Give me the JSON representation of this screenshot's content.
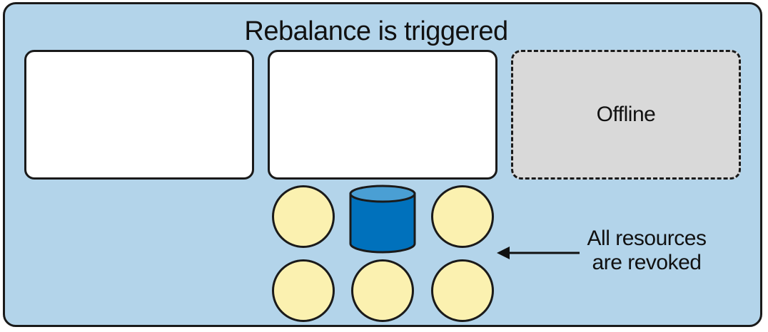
{
  "title": "Rebalance is triggered",
  "nodes": [
    {
      "label": "",
      "state": "active"
    },
    {
      "label": "",
      "state": "active"
    },
    {
      "label": "Offline",
      "state": "offline"
    }
  ],
  "resource_circles": 5,
  "datastore_icon": "database-cylinder-icon",
  "annotation": {
    "line1": "All resources",
    "line2": "are revoked"
  },
  "colors": {
    "background": "#b3d4ea",
    "node_fill": "#ffffff",
    "offline_fill": "#d9d9d9",
    "resource_fill": "#fbf1b0",
    "database_fill": "#0071bc",
    "database_top": "#4a9fd4"
  }
}
